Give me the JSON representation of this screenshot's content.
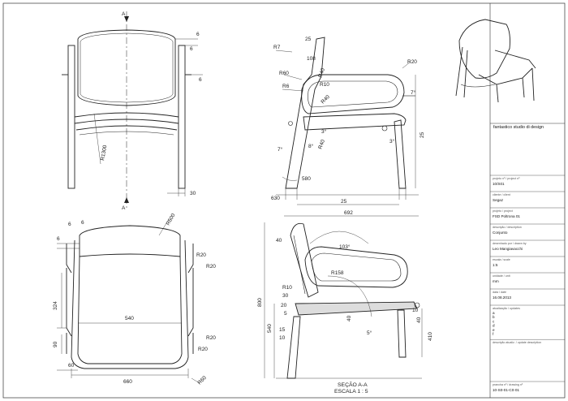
{
  "studio": "fantastico studio di design",
  "title_block": [
    {
      "label": "projeto nº / project nº",
      "value": "10/S01"
    },
    {
      "label": "cliente / client",
      "value": "Segaz"
    },
    {
      "label": "projeto / project",
      "value": "FSD Poltrona 01"
    },
    {
      "label": "descrição / description",
      "value": "Conjunto"
    },
    {
      "label": "desenhado por / drawn by",
      "value": "Leo Mangiavacchi"
    },
    {
      "label": "escala / scale",
      "value": "1:5"
    },
    {
      "label": "unidade / unit",
      "value": "mm"
    },
    {
      "label": "data / date",
      "value": "16.08.2013"
    }
  ],
  "revisions_label": "atualização / updates",
  "revisions": [
    "a",
    "b",
    "c",
    "d",
    "e",
    "f"
  ],
  "revision_desc_label": "descrição atualiz. / update description",
  "drawing_no_label": "prancha nº / drawing nº",
  "drawing_no": "10-S0-01-C0-01",
  "section_title": "SEÇÃO A-A",
  "section_scale": "ESCALA 1 : 5",
  "section_marker": "A",
  "dims_front": [
    "6",
    "6",
    "6",
    "R1300",
    "30"
  ],
  "dims_side": [
    "R7",
    "25",
    "108",
    "R40",
    "R20",
    "R60",
    "R6",
    "R10",
    "R40",
    "7°",
    "3°",
    "8°",
    "R40",
    "3°",
    "7°",
    "580",
    "25",
    "630",
    "25"
  ],
  "dims_top": [
    "6",
    "6",
    "6",
    "R600",
    "R20",
    "R20",
    "324",
    "540",
    "90",
    "60",
    "R20",
    "R20",
    "660",
    "R60"
  ],
  "dims_section": [
    "692",
    "40",
    "103°",
    "R158",
    "R10",
    "30",
    "20",
    "5",
    "40",
    "15",
    "10",
    "800",
    "540",
    "410",
    "10",
    "40",
    "5°"
  ]
}
